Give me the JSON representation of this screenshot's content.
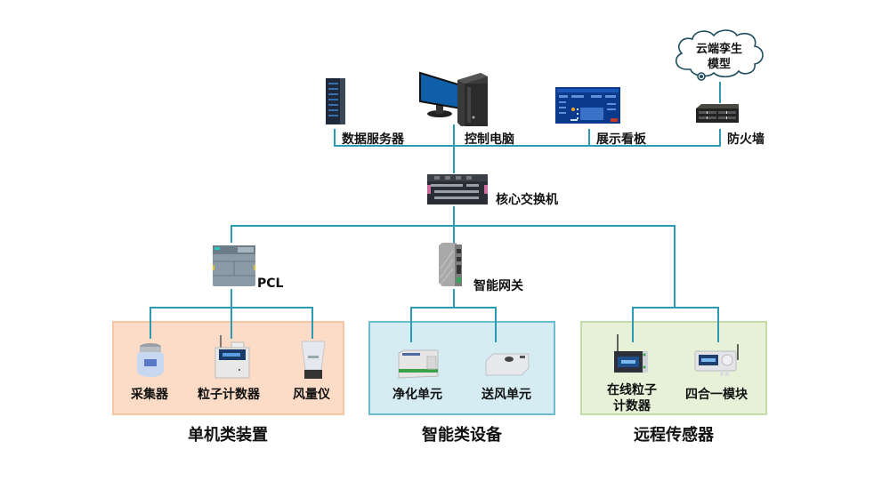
{
  "top_row": {
    "server": {
      "label": "数据服务器",
      "icon": "server-rack-icon"
    },
    "control_pc": {
      "label": "控制电脑",
      "icon": "desktop-computer-icon"
    },
    "dashboard": {
      "label": "展示看板",
      "icon": "dashboard-screen-icon"
    },
    "firewall": {
      "label": "防火墙",
      "icon": "firewall-appliance-icon"
    },
    "cloud": {
      "label_line1": "云端孪生",
      "label_line2": "模型",
      "icon": "cloud-icon"
    }
  },
  "core_switch": {
    "label": "核心交换机",
    "icon": "network-switch-icon"
  },
  "middle_row": {
    "plc": {
      "label": "PCL",
      "icon": "plc-controller-icon"
    },
    "gateway": {
      "label": "智能网关",
      "icon": "gateway-icon"
    }
  },
  "groups": [
    {
      "title": "单机类装置",
      "color": "#fcdcc7",
      "devices": [
        {
          "label": "采集器",
          "icon": "sampler-icon"
        },
        {
          "label": "粒子计数器",
          "icon": "particle-counter-icon"
        },
        {
          "label": "风量仪",
          "icon": "airflow-meter-icon"
        }
      ]
    },
    {
      "title": "智能类设备",
      "color": "#d5ecf3",
      "devices": [
        {
          "label": "净化单元",
          "icon": "purification-unit-icon"
        },
        {
          "label": "送风单元",
          "icon": "fan-filter-unit-icon"
        }
      ]
    },
    {
      "title": "远程传感器",
      "color": "#e6f1d8",
      "devices": [
        {
          "label_line1": "在线粒子",
          "label_line2": "计数器",
          "icon": "online-particle-counter-icon"
        },
        {
          "label": "四合一模块",
          "icon": "four-in-one-sensor-icon"
        }
      ]
    }
  ],
  "colors": {
    "connector": "#2a9bb5"
  }
}
